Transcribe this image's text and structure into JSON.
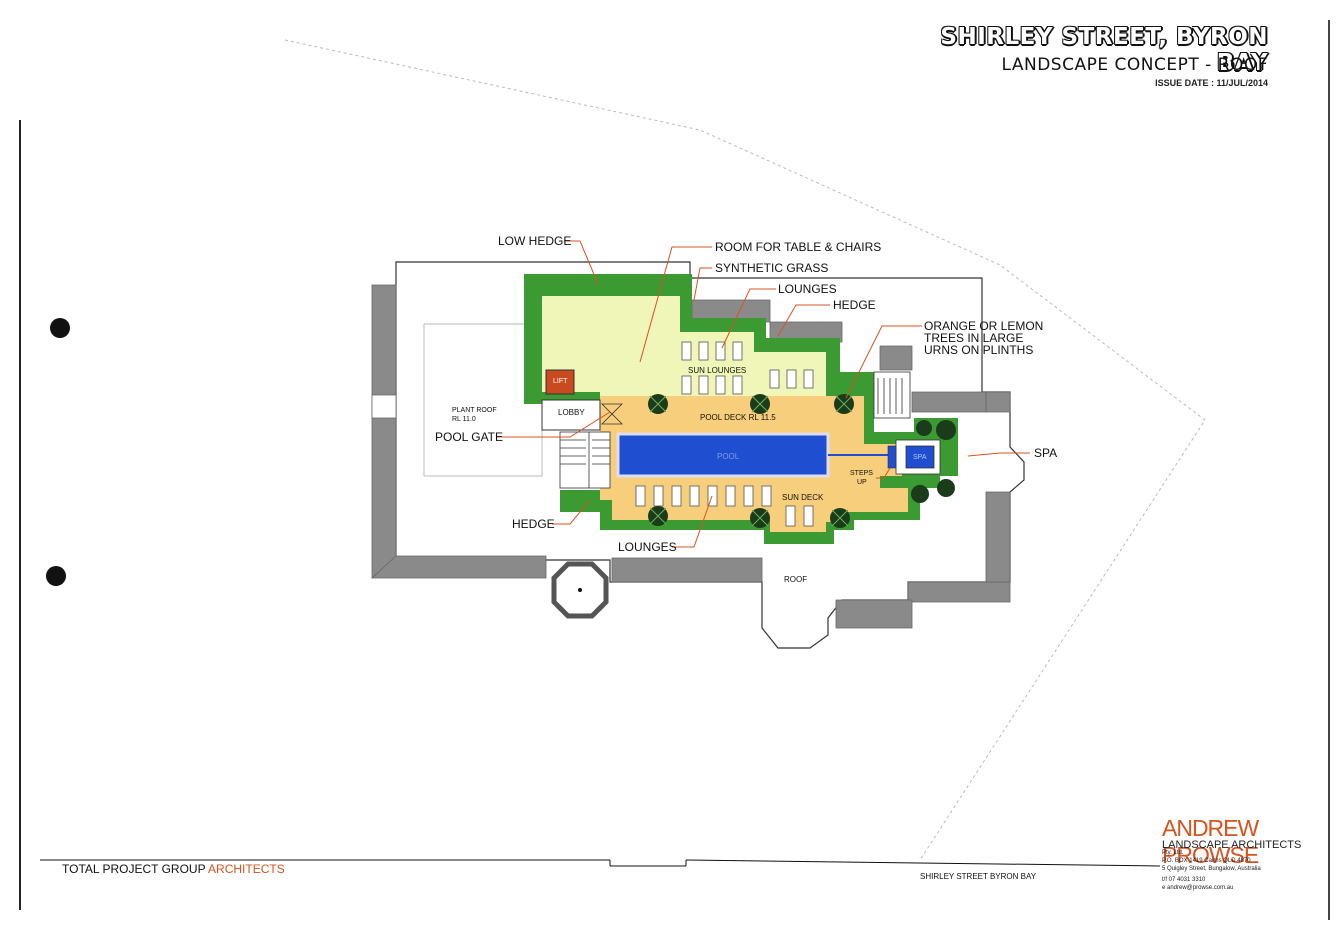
{
  "header": {
    "title": "SHIRLEY STREET, BYRON BAY",
    "subtitle": "LANDSCAPE CONCEPT - ROOF",
    "issue_date": "ISSUE DATE : 11/JUL/2014"
  },
  "callouts": {
    "low_hedge": "LOW HEDGE",
    "room_for_table": "ROOM FOR TABLE & CHAIRS",
    "synthetic_grass": "SYNTHETIC GRASS",
    "lounges_top": "LOUNGES",
    "hedge_top": "HEDGE",
    "trees_line1": "ORANGE OR LEMON",
    "trees_line2": "TREES IN LARGE",
    "trees_line3": "URNS ON PLINTHS",
    "pool_gate": "POOL GATE",
    "spa": "SPA",
    "hedge_bottom": "HEDGE",
    "lounges_bottom": "LOUNGES"
  },
  "plan_labels": {
    "plant_roof": "PLANT ROOF",
    "plant_roof_rl": "RL 11.0",
    "lobby": "LOBBY",
    "lift": "LIFT",
    "sun_lounges": "SUN LOUNGES",
    "pool_deck": "POOL DECK RL 11.5",
    "pool": "POOL",
    "spa_inner": "SPA",
    "steps_up_1": "STEPS",
    "steps_up_2": "UP",
    "sun_deck": "SUN DECK",
    "roof": "ROOF"
  },
  "footer": {
    "left_main": "TOTAL PROJECT GROUP",
    "left_accent": "ARCHITECTS",
    "center": "SHIRLEY STREET BYRON BAY"
  },
  "firm": {
    "name": "ANDREW PROWSE",
    "subtitle": "LANDSCAPE ARCHITECTS",
    "pty": "Pty. Ltd.",
    "po_box": "P.O. BOX 1419 Cairns QLD 4870",
    "street": "5 Quigley Street, Bungalow, Australia",
    "phone": "t/f  07 4031 3310",
    "email": "e  andrew@prowse.com.au"
  },
  "colors": {
    "grass": "#3c9a33",
    "lawn": "#f0f5b8",
    "deck": "#f7cf7c",
    "pool": "#1f4fd0",
    "wall": "#8a8a8a",
    "accent": "#d9531e"
  }
}
